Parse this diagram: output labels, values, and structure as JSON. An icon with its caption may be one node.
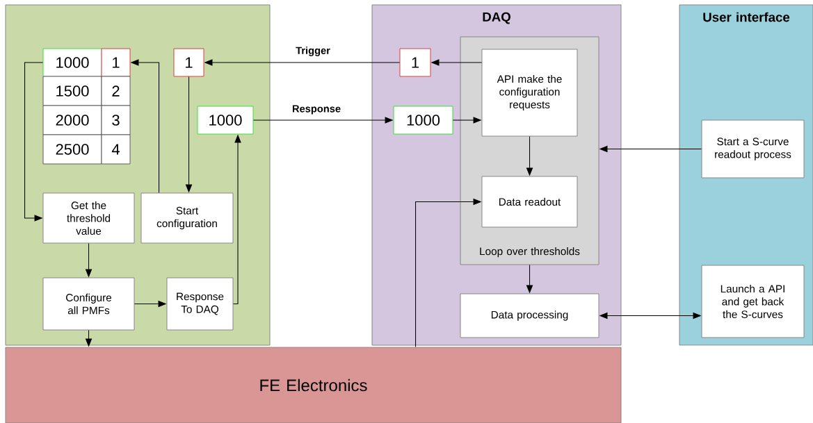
{
  "diagram": {
    "nodes": [
      {
        "text": [],
        "shape": "box"
      },
      {
        "text": [
          "1000"
        ],
        "in": 0
      },
      {
        "text": [
          "1"
        ],
        "in": 0
      },
      {
        "text": [
          "1500"
        ],
        "in": 0
      },
      {
        "text": [
          "2"
        ],
        "in": 0
      },
      {
        "text": [
          "2000"
        ],
        "in": 0
      },
      {
        "text": [
          "3"
        ],
        "in": 0
      },
      {
        "text": [
          "2500"
        ],
        "in": 0
      },
      {
        "text": [
          "4"
        ],
        "in": 0
      },
      {
        "text": [
          "1"
        ],
        "in": 0
      },
      {
        "text": [
          "1000"
        ],
        "in": 0
      },
      {
        "text": [
          "Get the threshold value"
        ],
        "in": 0
      },
      {
        "text": [
          "Start configuration"
        ],
        "in": 0
      },
      {
        "text": [
          "Configure all PMFs"
        ],
        "in": 0
      },
      {
        "text": [
          "Response To DAQ"
        ],
        "in": 0
      },
      {
        "text": [
          "DAQ"
        ]
      },
      {
        "text": [
          "1"
        ],
        "in": 15
      },
      {
        "text": [
          "1000"
        ],
        "in": 15
      },
      {
        "text": [
          "Loop over thresholds"
        ],
        "in": 15
      },
      {
        "text": [
          "API make the configuration requests"
        ],
        "in": 18
      },
      {
        "text": [
          "Data readout"
        ],
        "in": 18
      },
      {
        "text": [
          "Data processing"
        ],
        "in": 15
      },
      {
        "text": [
          "User interface"
        ]
      },
      {
        "text": [
          "Start a S-curve readout process"
        ],
        "in": 22
      },
      {
        "text": [
          "Launch a API and get back the S-curves"
        ],
        "in": 22
      },
      {
        "text": [
          "FE Electronics"
        ]
      }
    ],
    "edges": [
      {
        "from": 1,
        "to": 11,
        "arrow": "to"
      },
      {
        "from": 12,
        "to": 2,
        "arrow": "to"
      },
      {
        "from": 9,
        "to": 12,
        "arrow": "to"
      },
      {
        "from": 11,
        "to": 13,
        "arrow": "to"
      },
      {
        "from": 13,
        "to": 14,
        "arrow": "to"
      },
      {
        "from": 14,
        "to": 10,
        "arrow": "to"
      },
      {
        "from": 16,
        "to": 9,
        "arrow": "to",
        "label": "Trigger"
      },
      {
        "from": 10,
        "to": 17,
        "arrow": "to",
        "label": "Response"
      },
      {
        "from": 19,
        "to": 16,
        "arrow": "to"
      },
      {
        "from": 17,
        "to": 19,
        "arrow": "to"
      },
      {
        "from": 19,
        "to": 20,
        "arrow": "to"
      },
      {
        "from": 18,
        "to": 21,
        "arrow": "to"
      },
      {
        "from": 23,
        "to": 18,
        "arrow": "to"
      },
      {
        "from": 21,
        "to": 24,
        "arrow": "both"
      },
      {
        "from": 13,
        "to": 25,
        "arrow": "to"
      },
      {
        "from": 25,
        "to": 20,
        "arrow": "to"
      }
    ]
  }
}
